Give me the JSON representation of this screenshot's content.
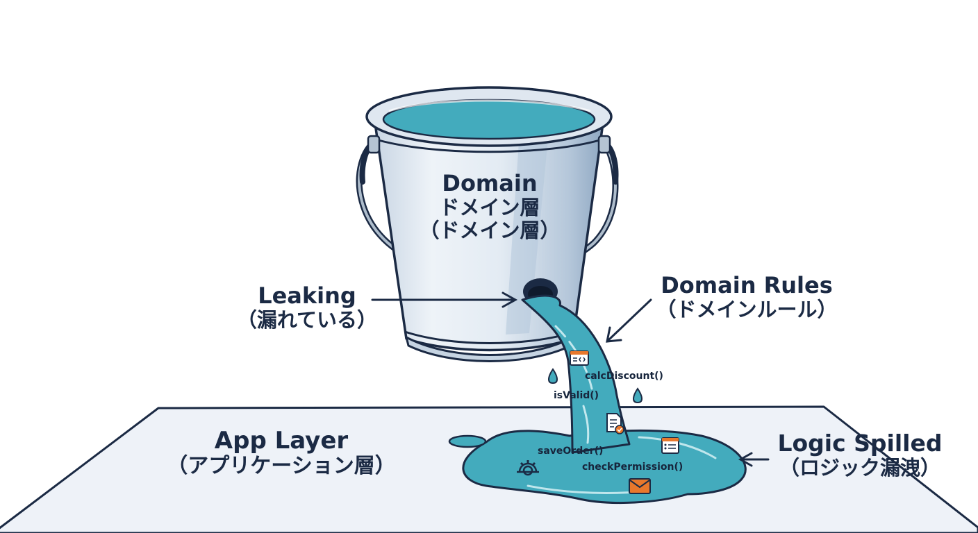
{
  "labels": {
    "bucket": {
      "line1": "Domain",
      "line2": "ドメイン層",
      "line3": "（ドメイン層）"
    },
    "leaking": {
      "line1": "Leaking",
      "line2": "（漏れている）"
    },
    "domain_rules": {
      "line1": "Domain Rules",
      "line2": "（ドメインルール）"
    },
    "app_layer": {
      "line1": "App Layer",
      "line2": "（アプリケーション層）"
    },
    "logic_spilled": {
      "line1": "Logic Spilled",
      "line2": "（ロジック漏洩）"
    }
  },
  "code_items": {
    "calc": "calcDiscount()",
    "valid": "isValid()",
    "save": "saveOrder()",
    "perm": "checkPermission()"
  },
  "icons": [
    "code-window-icon",
    "document-check-icon",
    "list-document-icon",
    "gear-icon",
    "envelope-icon"
  ],
  "colors": {
    "outline": "#1b2a44",
    "water": "#43abbd",
    "bucket": "#dde6f0",
    "floor": "#eef2f8",
    "icon_accent": "#e8782c"
  }
}
